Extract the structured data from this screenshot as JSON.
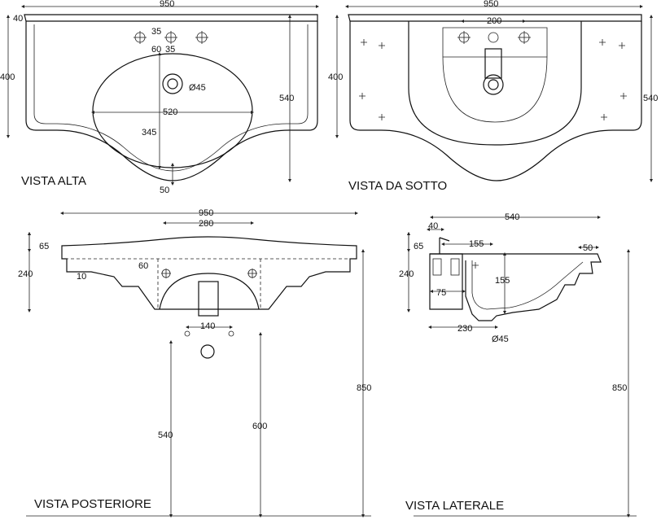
{
  "views": {
    "top": {
      "title": "VISTA ALTA",
      "dims": {
        "width": "950",
        "rim": "40",
        "depth": "400",
        "total_depth": "540",
        "tap_spacing": "35",
        "tap_offset": "60",
        "hole_offset": "35",
        "drain": "Ø45",
        "bowl_width": "520",
        "bowl_depth": "345",
        "front_edge": "50"
      }
    },
    "bottom": {
      "title": "VISTA DA SOTTO",
      "dims": {
        "width": "950",
        "fixing_spacing": "200",
        "depth": "400",
        "total_depth": "540"
      }
    },
    "rear": {
      "title": "VISTA POSTERIORE",
      "dims": {
        "width": "950",
        "bracket_spacing": "280",
        "rim_height": "65",
        "height": "240",
        "wall_gap": "60",
        "edge": "10",
        "waste_spacing": "140",
        "floor_to_rim": "850",
        "bracket_height": "600",
        "waste_height": "540"
      }
    },
    "side": {
      "title": "VISTA LATERALE",
      "dims": {
        "depth": "540",
        "back": "40",
        "rim_height": "65",
        "height": "240",
        "tap_position": "155",
        "bowl_height": "155",
        "front_lip": "50",
        "waste_offset": "75",
        "drain_distance": "230",
        "drain": "Ø45",
        "floor_to_rim": "850"
      }
    }
  },
  "colors": {
    "line": "#111111",
    "background": "#ffffff"
  }
}
